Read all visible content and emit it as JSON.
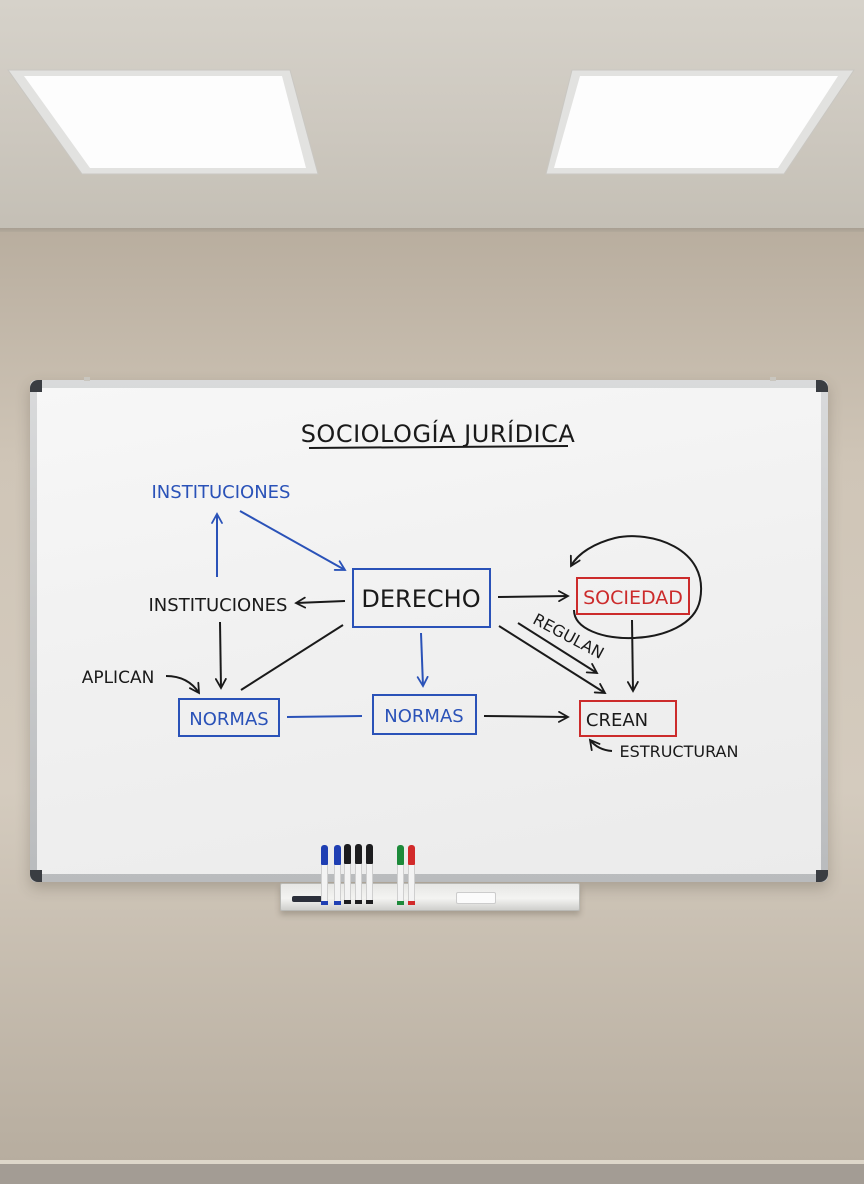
{
  "scene": {
    "colors": {
      "wall": "#d4cbbe",
      "ceiling": "#cdc8bf",
      "board": "#f2f2f2",
      "frame": "#c6c8ca",
      "ink_black": "#1a1a1a",
      "ink_blue": "#2a52b8",
      "ink_red": "#cc2b2b"
    },
    "lights": [
      {
        "name": "left-ceiling-light"
      },
      {
        "name": "right-ceiling-light"
      }
    ]
  },
  "whiteboard": {
    "title": "SOCIOLOGÍA JURÍDICA",
    "nodes": {
      "instituciones_top": "INSTITUCIONES",
      "instituciones_mid": "INSTITUCIONES",
      "derecho": "DERECHO",
      "sociedad": "SOCIEDAD",
      "normas_left": "NORMAS",
      "normas_center": "NORMAS",
      "crean": "CREAN"
    },
    "labels": {
      "aplican": "APLICAN",
      "regulan": "REGULAN",
      "estructuran": "ESTRUCTURAN"
    },
    "markers": [
      {
        "color": "blue",
        "hex": "#1f3fb3"
      },
      {
        "color": "blue",
        "hex": "#1f3fb3"
      },
      {
        "color": "black",
        "hex": "#1d1d1f"
      },
      {
        "color": "black",
        "hex": "#1d1d1f"
      },
      {
        "color": "black",
        "hex": "#1d1d1f"
      },
      {
        "color": "green",
        "hex": "#1d8a3a"
      },
      {
        "color": "red",
        "hex": "#d22a2a"
      }
    ]
  }
}
